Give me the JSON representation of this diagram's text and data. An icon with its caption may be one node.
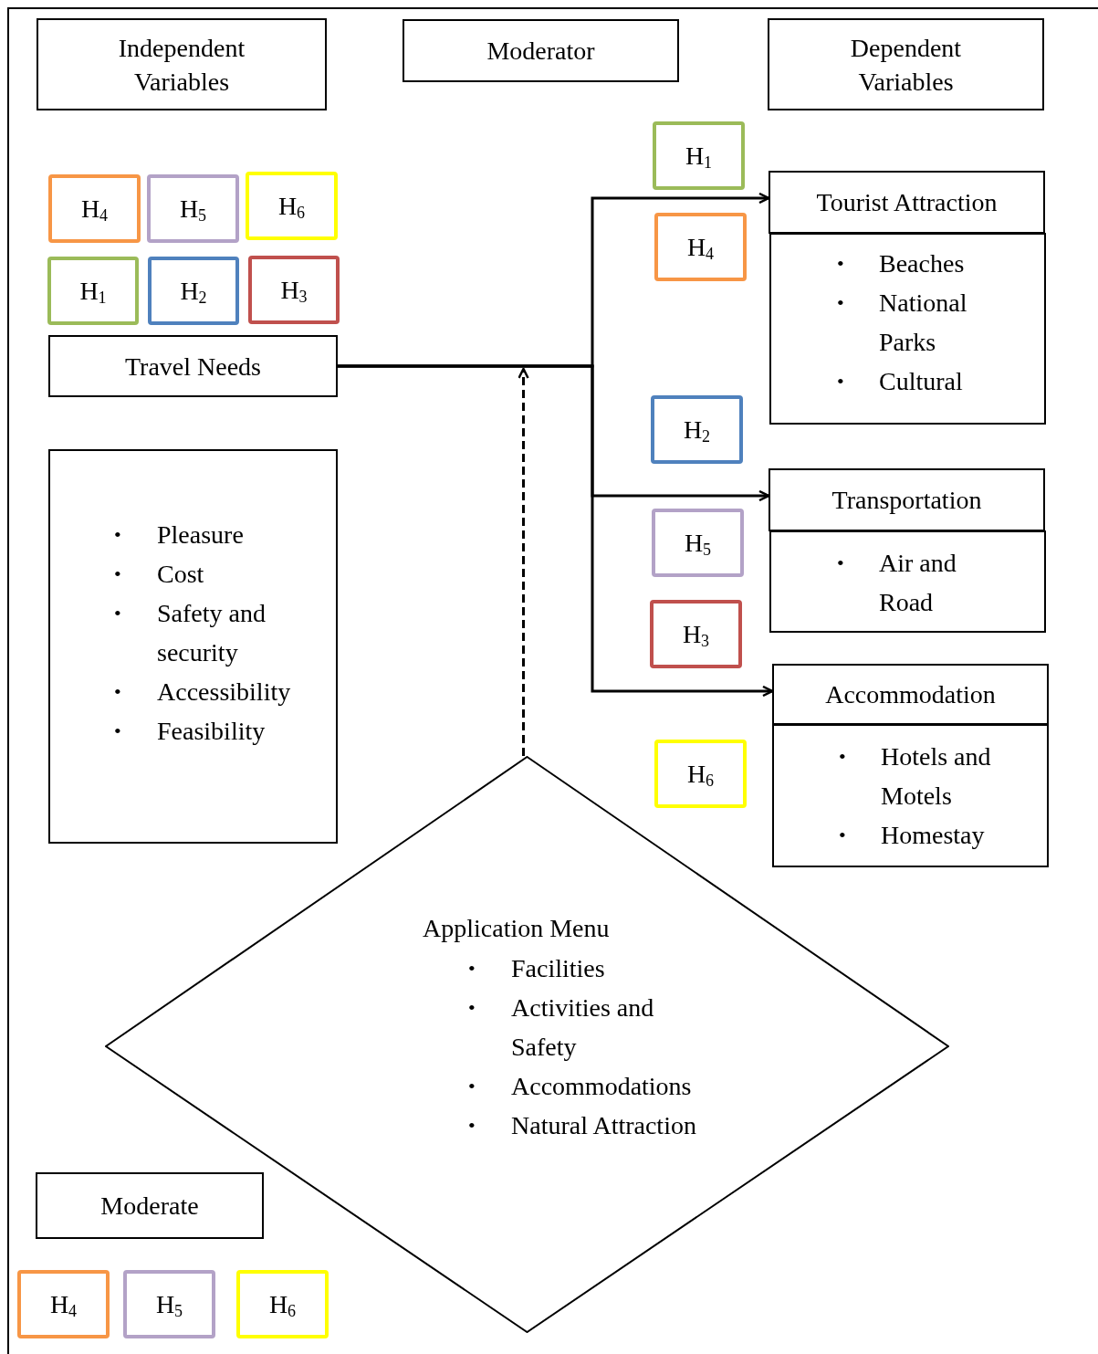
{
  "diagram": {
    "nodes": [
      {
        "text": [
          "Independent Variables"
        ]
      },
      {
        "text": [
          "Moderator"
        ]
      },
      {
        "text": [
          "Dependent Variables"
        ]
      },
      {
        "text": [
          "H$_{4}$"
        ]
      },
      {
        "text": [
          "H$_{5}$"
        ]
      },
      {
        "text": [
          "H$_{6}$"
        ]
      },
      {
        "text": [
          "H$_{1}$"
        ]
      },
      {
        "text": [
          "H$_{2}$"
        ]
      },
      {
        "text": [
          "H$_{3}$"
        ]
      },
      {
        "text": [
          "Travel Needs"
        ]
      },
      {
        "text": [
          "•",
          "Pleasure",
          "•",
          "Cost",
          "•",
          "Safety and security",
          "•",
          "Accessibility",
          "•",
          "Feasibility"
        ]
      },
      {
        "text": [
          "H$_{1}$"
        ]
      },
      {
        "text": [
          "Tourist Attraction"
        ]
      },
      {
        "text": [
          "•",
          "Beaches",
          "•",
          "National Parks",
          "•",
          "Cultural"
        ]
      },
      {
        "text": [
          "H$_{4}$"
        ]
      },
      {
        "text": [
          "H$_{2}$"
        ]
      },
      {
        "text": [
          "Transportation"
        ]
      },
      {
        "text": [
          "•",
          "Air and Road"
        ]
      },
      {
        "text": [
          "H$_{5}$"
        ]
      },
      {
        "text": [
          "H$_{3}$"
        ]
      },
      {
        "text": [
          "Accommodation"
        ]
      },
      {
        "text": [
          "•",
          "Hotels and Motels",
          "•",
          "Homestay"
        ]
      },
      {
        "text": [
          "H$_{6}$"
        ]
      },
      {
        "text": [
          "Application Menu",
          "•",
          "Facilities",
          "•",
          "Activities and Safety",
          "•",
          "Accommodations",
          "•",
          "Natural Attraction"
        ]
      },
      {
        "text": [
          "Moderate"
        ]
      },
      {
        "text": [
          "H$_{4}$"
        ]
      },
      {
        "text": [
          "H$_{5}$"
        ]
      },
      {
        "text": [
          "H$_{6}$"
        ]
      }
    ],
    "edges": [
      {
        "from": 9,
        "to": 12,
        "arrow": "to"
      },
      {
        "from": 9,
        "to": 16,
        "arrow": "to"
      },
      {
        "from": 9,
        "to": 20,
        "arrow": "to"
      },
      {
        "from": 23,
        "to": null,
        "arrow": "to",
        "style": "dashed"
      }
    ]
  }
}
